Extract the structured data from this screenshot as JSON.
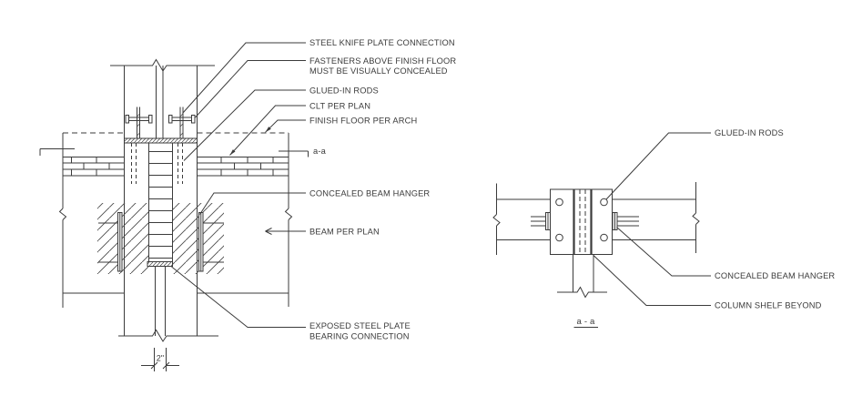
{
  "drawing": {
    "background": "#ffffff",
    "line_color": "#3b3b3b",
    "main_detail": {
      "labels": {
        "steel_knife_plate": "STEEL KNIFE PLATE CONNECTION",
        "fasteners_line1": "FASTENERS ABOVE FINISH FLOOR",
        "fasteners_line2": "MUST BE VISUALLY CONCEALED",
        "glued_in_rods": "GLUED-IN RODS",
        "clt_per_plan": "CLT PER PLAN",
        "finish_floor": "FINISH FLOOR PER ARCH",
        "section_cut_marker": "a-a",
        "concealed_beam_hanger": "CONCEALED BEAM HANGER",
        "beam_per_plan": "BEAM PER PLAN",
        "exposed_plate_line1": "EXPOSED STEEL PLATE",
        "exposed_plate_line2": "BEARING CONNECTION",
        "plate_width_dimension": "2\""
      }
    },
    "section_detail": {
      "labels": {
        "glued_in_rods": "GLUED-IN RODS",
        "concealed_beam_hanger": "CONCEALED BEAM HANGER",
        "column_shelf_beyond": "COLUMN SHELF BEYOND",
        "section_title": "a - a"
      }
    }
  }
}
